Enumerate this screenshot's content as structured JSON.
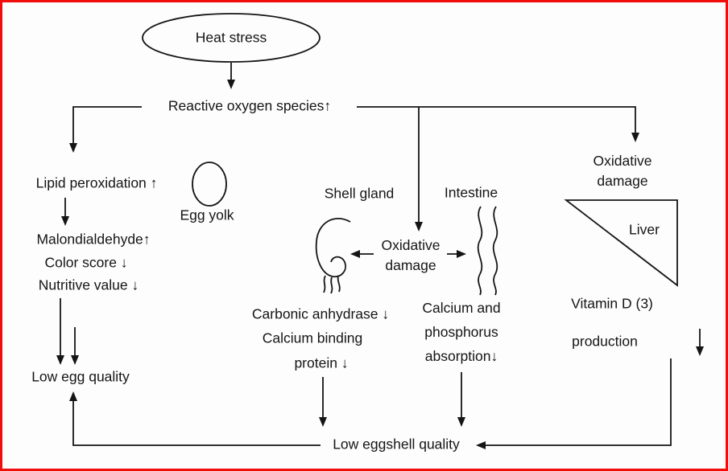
{
  "diagram": {
    "border_color": "#f20d0d",
    "line_color": "#151515",
    "nodes": {
      "heat_stress": "Heat stress",
      "ros": "Reactive oxygen species↑",
      "lipid_peroxidation": "Lipid peroxidation ↑",
      "egg_yolk": "Egg yolk",
      "malondialdehyde": "Malondialdehyde↑",
      "color_score": "Color score ↓",
      "nutritive_value": "Nutritive value ↓",
      "low_egg_quality": "Low egg quality",
      "shell_gland": "Shell gland",
      "intestine": "Intestine",
      "oxidative_damage_mid": "Oxidative\ndamage",
      "carbonic_anhydrase": "Carbonic anhydrase ↓",
      "calcium_binding": "Calcium binding",
      "protein": "protein ↓",
      "calcium_phosphorus": "Calcium and\nphosphorus\nabsorption↓",
      "oxidative_damage_right": "Oxidative\ndamage",
      "liver": "Liver",
      "vitamin_d": "Vitamin D (3)",
      "production": "production",
      "low_eggshell_quality": "Low eggshell quality"
    }
  }
}
